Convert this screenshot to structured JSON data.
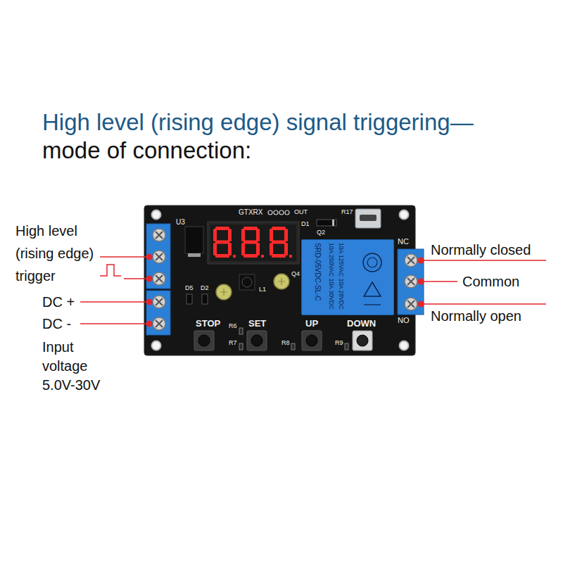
{
  "diagram": {
    "title": "High level (rising edge) signal triggering— mode of connection:",
    "nodes": [
      {
        "text": [
          "U3",
          "GTXRX",
          "OUT",
          "R17",
          "D1",
          "Q2",
          "NC",
          "D5",
          "D2",
          "L1",
          "Q4",
          "NO",
          "STOP",
          "SET",
          "UP",
          "DOWN",
          "R6",
          "R7",
          "R8",
          "R9"
        ]
      },
      {
        "text": [
          "SRD-05VDC-SL-C",
          "10A 250VAC 10A 30VDC",
          "10A 125VAC 10A 28VDC"
        ],
        "in": 0
      }
    ],
    "labels": [
      "High level (rising edge) trigger",
      "Normally closed",
      "Common",
      "Normally open",
      "DC +",
      "DC -",
      "Input voltage 5.0V-30V"
    ]
  }
}
